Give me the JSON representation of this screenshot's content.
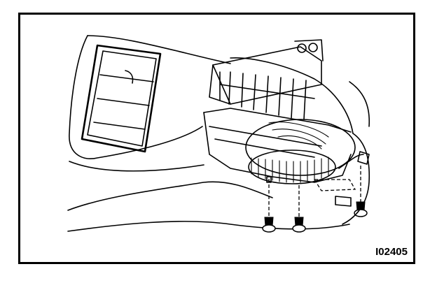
{
  "figure": {
    "id_label": "I02405"
  },
  "parts": {
    "screws": [
      "screw-left",
      "screw-center",
      "screw-right"
    ]
  }
}
